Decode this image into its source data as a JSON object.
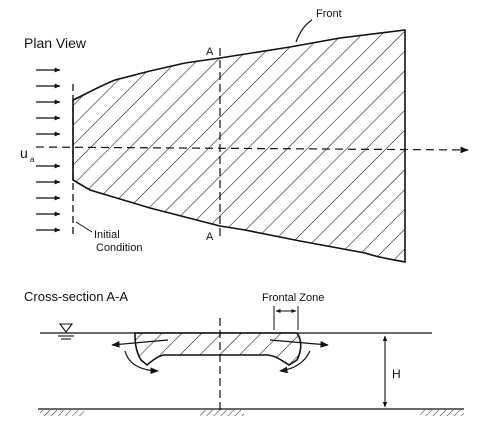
{
  "plan": {
    "title": "Plan View",
    "front_label": "Front",
    "velocity_label": "u",
    "velocity_subscript": "a",
    "section_mark_top": "A",
    "section_mark_bottom": "A",
    "initial_condition_line1": "Initial",
    "initial_condition_line2": "Condition"
  },
  "cross_section": {
    "title": "Cross-section A-A",
    "frontal_zone_label": "Frontal Zone",
    "depth_label": "H"
  },
  "colors": {
    "ink": "#111111",
    "background": "#ffffff"
  }
}
